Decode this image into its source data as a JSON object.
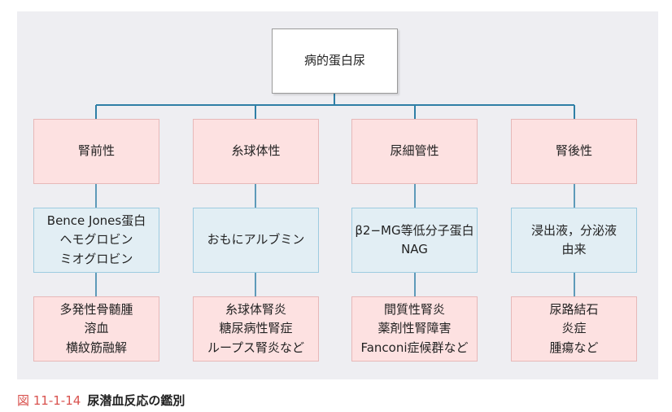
{
  "diagram": {
    "root": "病的蛋白尿",
    "branches": [
      {
        "category": "腎前性",
        "mechanism": [
          "Bence Jones蛋白",
          "ヘモグロビン",
          "ミオグロビン"
        ],
        "diseases": [
          "多発性骨髄腫",
          "溶血",
          "横紋筋融解"
        ]
      },
      {
        "category": "糸球体性",
        "mechanism": [
          "おもにアルブミン"
        ],
        "diseases": [
          "糸球体腎炎",
          "糖尿病性腎症",
          "ループス腎炎など"
        ]
      },
      {
        "category": "尿細管性",
        "mechanism": [
          "β2−MG等低分子蛋白",
          "NAG"
        ],
        "diseases": [
          "間質性腎炎",
          "薬剤性腎障害",
          "Fanconi症候群など"
        ]
      },
      {
        "category": "腎後性",
        "mechanism": [
          "浸出液，分泌液",
          "由来"
        ],
        "diseases": [
          "尿路結石",
          "炎症",
          "腫瘍など"
        ]
      }
    ],
    "colors": {
      "connector": "#2f7fa6",
      "category_fill": "#fde1e1",
      "mechanism_fill": "#e2eef4",
      "caption_number": "#d9534f"
    }
  },
  "caption": {
    "number": "図 11-1-14",
    "title": "尿潜血反応の鑑別"
  }
}
